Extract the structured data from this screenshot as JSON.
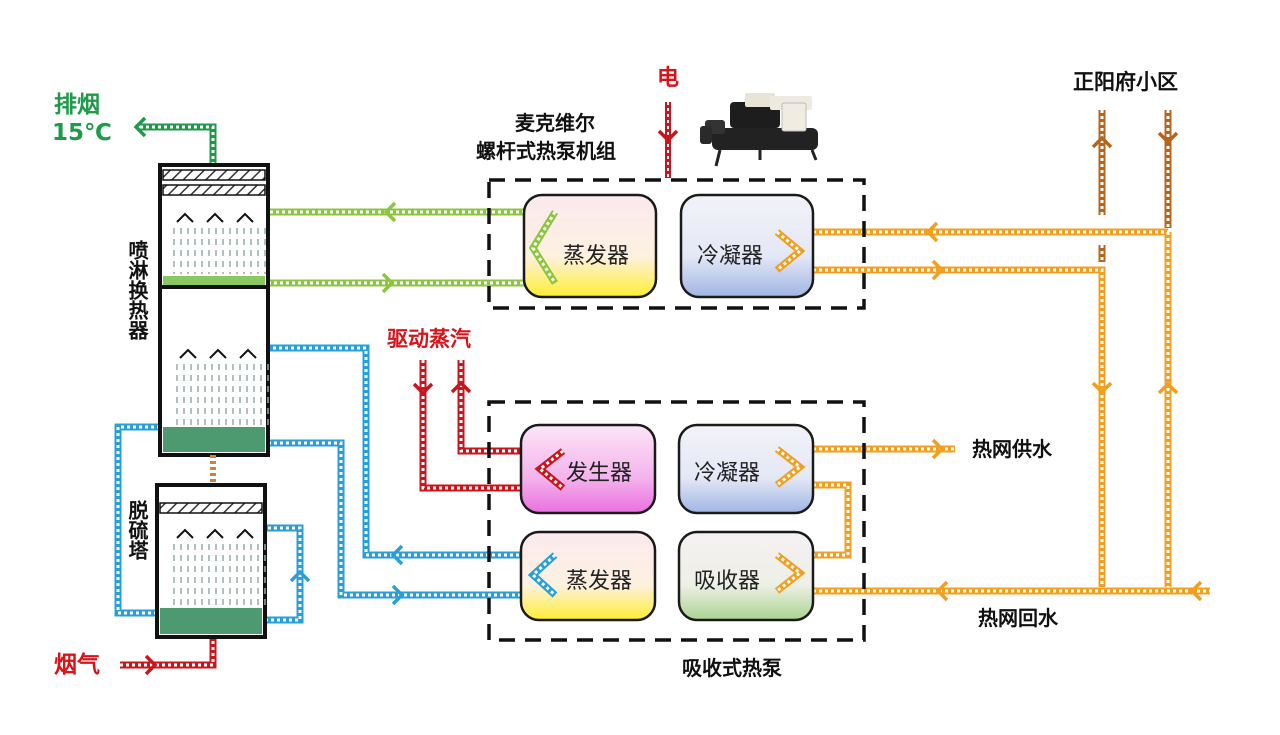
{
  "labels": {
    "exhaust": "排烟",
    "exhaust_temp": "15℃",
    "spray_exchanger": "喷淋换热器",
    "desulfurization_tower": "脱硫塔",
    "flue_gas": "烟气",
    "electricity": "电",
    "screw_pump_brand": "麦克维尔",
    "screw_pump_name": "螺杆式热泵机组",
    "driving_steam": "驱动蒸汽",
    "absorption_heat_pump": "吸收式热泵",
    "community": "正阳府小区",
    "heat_supply": "热网供水",
    "heat_return": "热网回水"
  },
  "screw_unit": {
    "evaporator": "蒸发器",
    "condenser": "冷凝器"
  },
  "absorption_unit": {
    "generator": "发生器",
    "condenser": "冷凝器",
    "evaporator": "蒸发器",
    "absorber": "吸收器"
  },
  "colors": {
    "exhaust_green": "#1e9a4a",
    "pipe_green": "#8cc63f",
    "pipe_blue": "#2a9fd6",
    "pipe_red": "#c8161d",
    "pipe_orange": "#f0a020",
    "pipe_brown": "#b5651d",
    "water_green": "#4e9a70",
    "red_text": "#d8141b"
  }
}
